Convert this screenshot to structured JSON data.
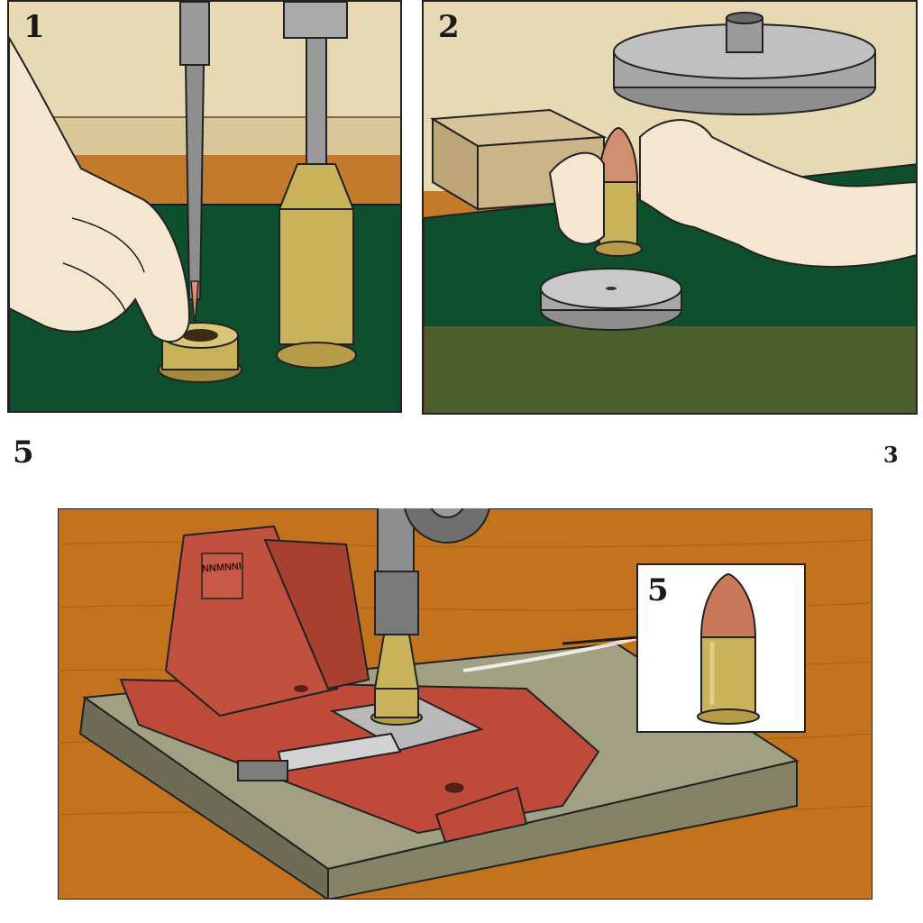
{
  "steps": {
    "one": "1",
    "two": "2",
    "three": "3",
    "five_main": "5",
    "five_inset": "5"
  },
  "press_label": "NNMNNI",
  "colors": {
    "mat_green": "#0e4f2e",
    "wall_tan": "#e7d9b4",
    "wood": "#c3731d",
    "press_red": "#bf4a3a",
    "brass": "#c9b35a",
    "copper": "#c9785a",
    "steel": "#9c9c9c",
    "base_grey": "#9c9a7c"
  }
}
